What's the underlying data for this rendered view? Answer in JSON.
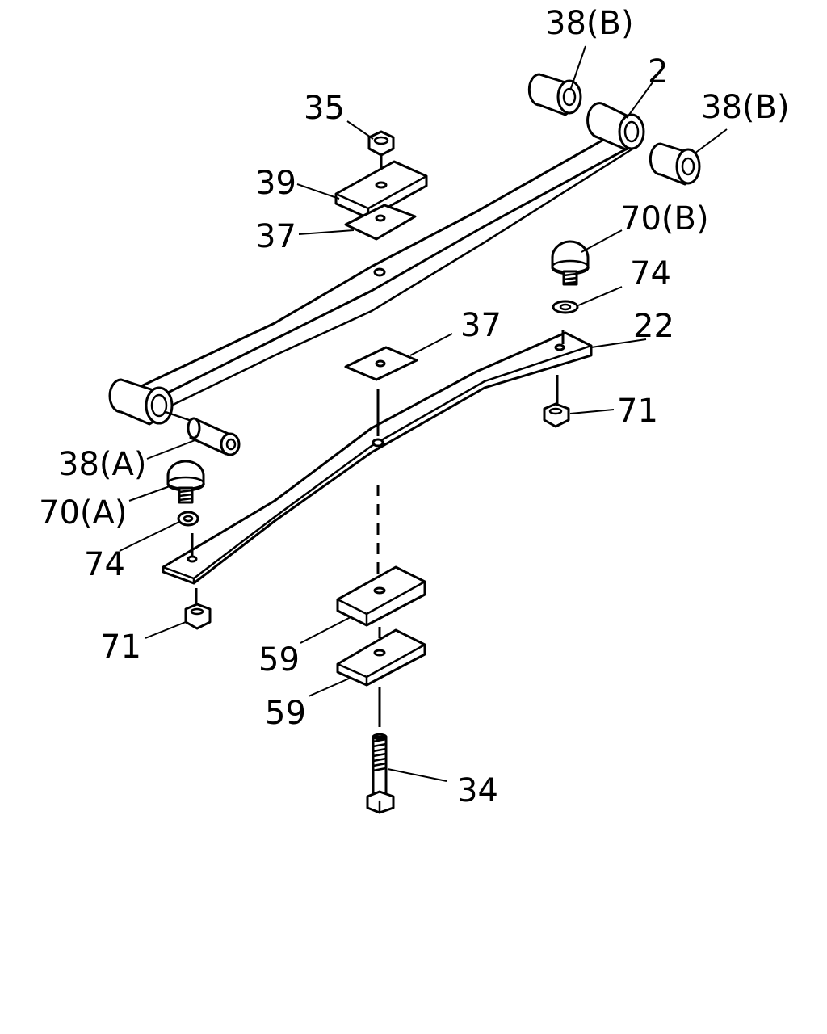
{
  "callouts": {
    "c_38b_top": "38(B)",
    "c_2": "2",
    "c_38b_right": "38(B)",
    "c_35": "35",
    "c_39": "39",
    "c_37_upper": "37",
    "c_70b": "70(B)",
    "c_74_right": "74",
    "c_37_mid": "37",
    "c_22": "22",
    "c_71_right": "71",
    "c_38a": "38(A)",
    "c_70a": "70(A)",
    "c_74_left": "74",
    "c_71_left": "71",
    "c_59_upper": "59",
    "c_59_lower": "59",
    "c_34": "34"
  },
  "colors": {
    "line": "#000000",
    "background": "#ffffff"
  }
}
